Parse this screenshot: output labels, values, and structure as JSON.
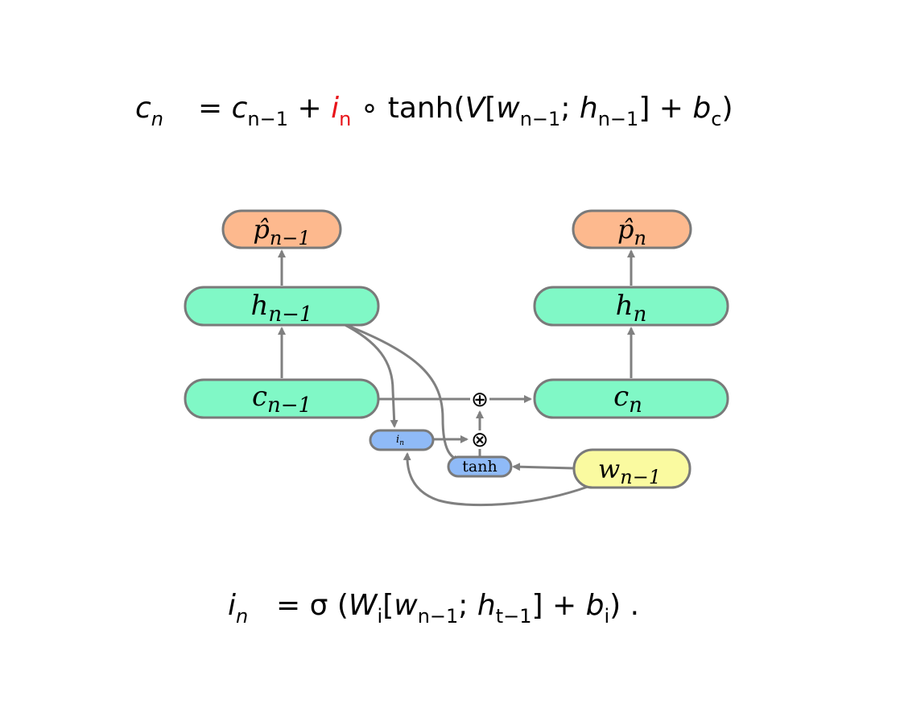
{
  "equation_top": {
    "lhs": "c",
    "lhs_sub": "n",
    "rhs_parts": [
      {
        "t": "= ",
        "style": "op"
      },
      {
        "t": "c",
        "style": "it"
      },
      {
        "t": "n−1",
        "style": "sub"
      },
      {
        "t": " + ",
        "style": "op"
      },
      {
        "t": "i",
        "style": "it",
        "color": "#e8141a"
      },
      {
        "t": "n",
        "style": "sub",
        "color": "#e8141a"
      },
      {
        "t": " ∘ tanh(",
        "style": "op"
      },
      {
        "t": "V",
        "style": "it"
      },
      {
        "t": "[",
        "style": "op"
      },
      {
        "t": "w",
        "style": "it"
      },
      {
        "t": "n−1",
        "style": "sub"
      },
      {
        "t": "; ",
        "style": "op"
      },
      {
        "t": "h",
        "style": "it"
      },
      {
        "t": "n−1",
        "style": "sub"
      },
      {
        "t": "] + ",
        "style": "op"
      },
      {
        "t": "b",
        "style": "it"
      },
      {
        "t": "c",
        "style": "sub"
      },
      {
        "t": ")",
        "style": "op"
      }
    ]
  },
  "equation_bottom": {
    "lhs": "i",
    "lhs_sub": "n",
    "rhs_parts": [
      {
        "t": "= σ (",
        "style": "op"
      },
      {
        "t": "W",
        "style": "it"
      },
      {
        "t": "i",
        "style": "sub"
      },
      {
        "t": "[",
        "style": "op"
      },
      {
        "t": "w",
        "style": "it"
      },
      {
        "t": "n−1",
        "style": "sub"
      },
      {
        "t": "; ",
        "style": "op"
      },
      {
        "t": "h",
        "style": "it"
      },
      {
        "t": "t−1",
        "style": "sub"
      },
      {
        "t": "] + ",
        "style": "op"
      },
      {
        "t": "b",
        "style": "it"
      },
      {
        "t": "i",
        "style": "sub"
      },
      {
        "t": ") .",
        "style": "op"
      }
    ]
  },
  "nodes": {
    "p_prev": {
      "base": "p̂",
      "sub": "n−1",
      "color": "#fdb98e"
    },
    "p_curr": {
      "base": "p̂",
      "sub": "n",
      "color": "#fdb98e"
    },
    "h_prev": {
      "base": "h",
      "sub": "n−1",
      "color": "#80f8c6"
    },
    "h_curr": {
      "base": "h",
      "sub": "n",
      "color": "#80f8c6"
    },
    "c_prev": {
      "base": "c",
      "sub": "n−1",
      "color": "#80f8c6"
    },
    "c_curr": {
      "base": "c",
      "sub": "n",
      "color": "#80f8c6"
    },
    "i_gate": {
      "base": "i",
      "sub": "n",
      "color": "#8fbaf7"
    },
    "tanh_gate": {
      "label": "tanh",
      "color": "#8fbaf7"
    },
    "w_prev": {
      "base": "w",
      "sub": "n−1",
      "color": "#fafaa0"
    }
  },
  "operators": {
    "add": "⊕",
    "mul": "⊗"
  }
}
